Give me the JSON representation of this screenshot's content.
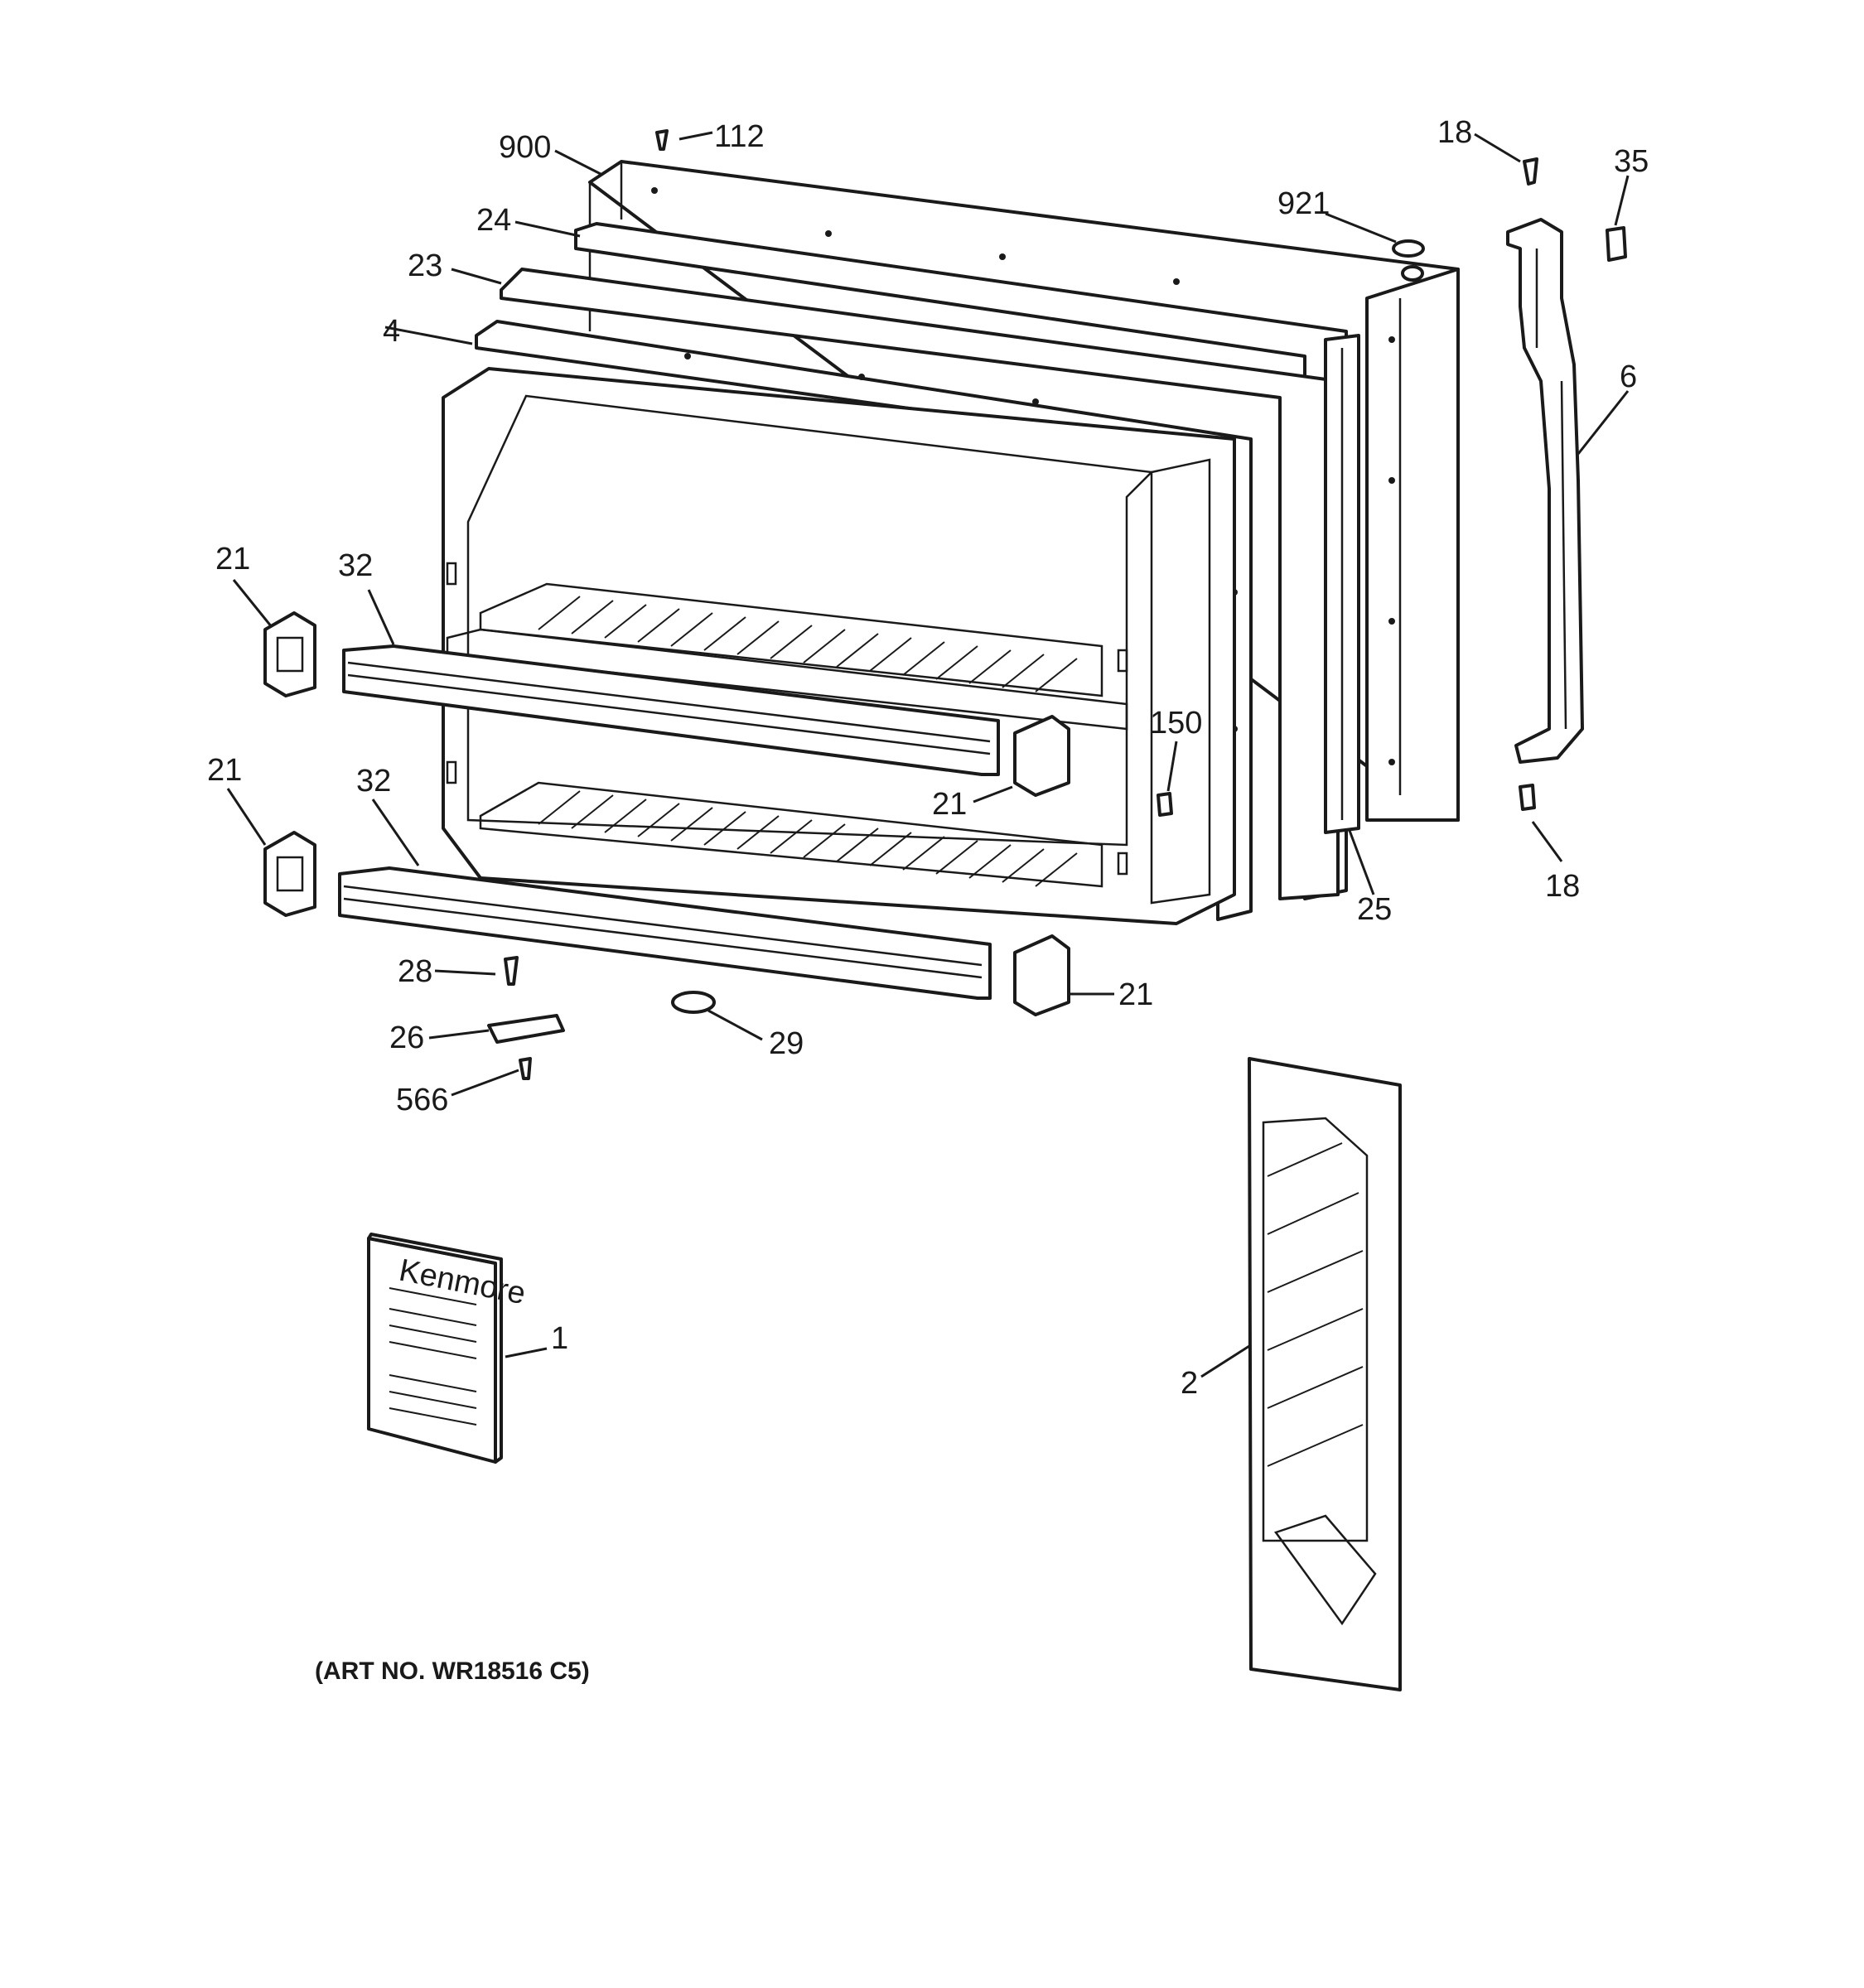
{
  "callouts": {
    "c900": "900",
    "c112": "112",
    "c24": "24",
    "c23": "23",
    "c4": "4",
    "c921": "921",
    "c18_top": "18",
    "c35": "35",
    "c6": "6",
    "c21_a": "21",
    "c32_a": "32",
    "c21_b": "21",
    "c32_b": "32",
    "c150": "150",
    "c21_c": "21",
    "c18_bottom": "18",
    "c25": "25",
    "c28": "28",
    "c26": "26",
    "c566": "566",
    "c29": "29",
    "c21_d": "21",
    "c1": "1",
    "c2": "2"
  },
  "caption": "(ART NO. WR18516 C5)",
  "booklet_brand": "Kenmore",
  "icons": [
    "screw-icon",
    "plug-icon",
    "endcap-icon",
    "manual-booklet-icon",
    "door-handle-icon"
  ],
  "colors": {
    "ink": "#1a1a1a",
    "background": "#ffffff"
  }
}
